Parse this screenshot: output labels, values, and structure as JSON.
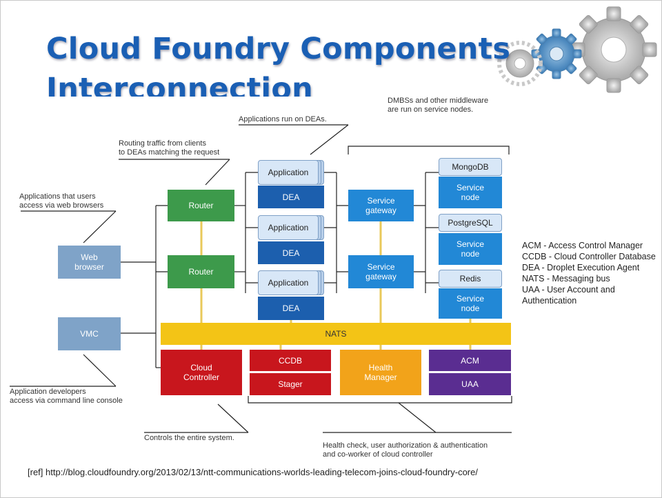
{
  "title": {
    "line1": "Cloud Foundry Components",
    "line2": "Interconnection"
  },
  "annotations": {
    "users": "Applications that users\naccess via web browsers",
    "routing": "Routing traffic from clients\nto DEAs matching the request",
    "apps_on_deas": "Applications run on DEAs.",
    "dbms": "DMBSs and other middleware\nare run on service nodes.",
    "developers": "Application developers\naccess via command line console",
    "controls": "Controls the entire system.",
    "health": "Health check, user authorization & authentication\nand co-worker of cloud controller"
  },
  "components": {
    "web_browser": "Web\nbrowser",
    "vmc": "VMC",
    "router1": "Router",
    "router2": "Router",
    "app1": "Application",
    "dea1": "DEA",
    "app2": "Application",
    "dea2": "DEA",
    "app3": "Application",
    "dea3": "DEA",
    "gateway1": "Service\ngateway",
    "gateway2": "Service\ngateway",
    "mongodb": "MongoDB",
    "service_node1": "Service\nnode",
    "postgresql": "PostgreSQL",
    "service_node2": "Service\nnode",
    "redis": "Redis",
    "service_node3": "Service\nnode",
    "nats": "NATS",
    "cloud_controller": "Cloud\nController",
    "ccdb": "CCDB",
    "stager": "Stager",
    "health_manager": "Health\nManager",
    "acm": "ACM",
    "uaa": "UAA"
  },
  "legend": [
    "ACM - Access Control Manager",
    "CCDB - Cloud Controller Database",
    "DEA - Droplet Execution Agent",
    "NATS - Messaging bus",
    "UAA - User Account and",
    "Authentication"
  ],
  "reference": "[ref] http://blog.cloudfoundry.org/2013/02/13/ntt-communications-worlds-leading-telecom-joins-cloud-foundry-core/",
  "colors": {
    "title": "#1a5fb4",
    "router": "#3d9a4b",
    "dea": "#1c5fae",
    "gateway": "#2288d6",
    "nats": "#f3c416",
    "cloud_controller": "#c8161d",
    "health_manager": "#f2a31a",
    "acm_uaa": "#5a2d91",
    "client": "#7fa3c8"
  },
  "icons": [
    "gear-icon"
  ]
}
